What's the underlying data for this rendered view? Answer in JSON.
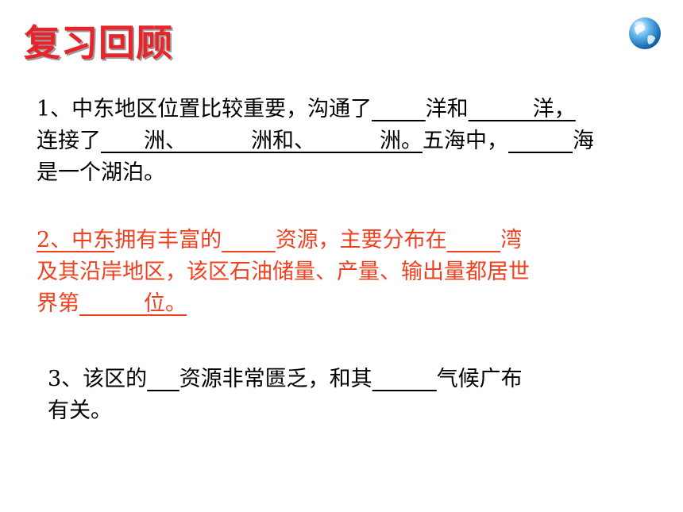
{
  "title": "复习回顾",
  "questions": [
    {
      "lines": [
        {
          "a": "1、中东地区位置比较重要，沟通了",
          "b": "_____",
          "c": "洋和",
          "d": "______",
          "e": "洋，"
        },
        {
          "a": "连接了",
          "b": "____洲、______洲和、______洲。",
          "c": "五海中，",
          "d": "______",
          "e": "海"
        },
        {
          "a": "是一个湖泊。"
        }
      ]
    },
    {
      "lines": [
        {
          "a": "2、中东",
          "b": "拥有丰富的",
          "c": "_____",
          "d": "资源，主要分布在",
          "e": "_____",
          "f": "湾"
        },
        {
          "a": "及其沿岸地区，该区石油储量、产量、输出量都居世"
        },
        {
          "a": "界第",
          "b": "______位。"
        }
      ]
    },
    {
      "lines": [
        {
          "a": "3、该区的",
          "b": "___",
          "c": "资源非常匮乏，和其",
          "d": "______",
          "e": "气候广布"
        },
        {
          "a": "有关。"
        }
      ]
    }
  ],
  "colors": {
    "title": "#e8232a",
    "q2": "#f04020",
    "text": "#000000"
  },
  "icons": {
    "corner": "globe-icon"
  }
}
